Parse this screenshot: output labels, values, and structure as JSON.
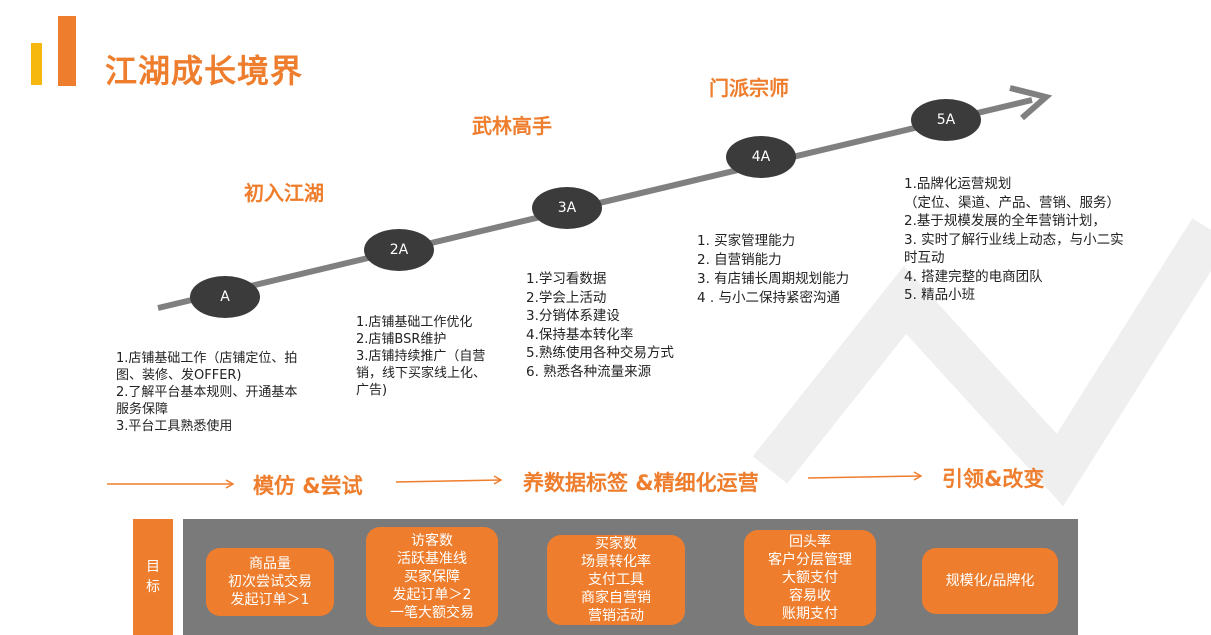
{
  "title": "江湖成长境界",
  "stages": [
    {
      "title": "初入江湖"
    },
    {
      "title": "武林高手"
    },
    {
      "title": "门派宗师"
    }
  ],
  "nodes": [
    "A",
    "2A",
    "3A",
    "4A",
    "5A"
  ],
  "descriptions": [
    [
      "1.店铺基础工作（店铺定位、拍",
      "图、装修、发OFFER)",
      "2.了解平台基本规则、开通基本",
      "服务保障",
      "3.平台工具熟悉使用"
    ],
    [
      "1.店铺基础工作优化",
      "2.店铺BSR维护",
      "3.店铺持续推广（自营",
      "销，线下买家线上化、",
      "广告)"
    ],
    [
      "1.学习看数据",
      "2.学会上活动",
      "3.分销体系建设",
      "4.保持基本转化率",
      "5.熟练使用各种交易方式",
      "6. 熟悉各种流量来源"
    ],
    [
      "1.   买家管理能力",
      "2.   自营销能力",
      "3.   有店铺长周期规划能力",
      "4 .  与小二保持紧密沟通"
    ],
    [
      "1.品牌化运营规划",
      "（定位、渠道、产品、营销、服务）",
      "2.基于规模发展的全年营销计划，",
      "3. 实时了解行业线上动态，与小二实",
      "时互动",
      "4. 搭建完整的电商团队",
      "5. 精品小班"
    ]
  ],
  "phases": [
    "模仿 &尝试",
    "养数据标签 &精细化运营",
    "引领&改变"
  ],
  "goal_label": [
    "目",
    "标"
  ],
  "goals": [
    [
      "商品量",
      "初次尝试交易",
      "发起订单＞1"
    ],
    [
      "访客数",
      "活跃基准线",
      "买家保障",
      "发起订单＞2",
      "一笔大额交易"
    ],
    [
      "买家数",
      "场景转化率",
      "支付工具",
      "商家自营销",
      "营销活动"
    ],
    [
      "回头率",
      "客户分层管理",
      "大额支付",
      "容易收",
      "账期支付"
    ],
    [
      "规模化/品牌化"
    ]
  ],
  "colors": {
    "accent": "#EE7E2D",
    "yellow": "#F6B70F",
    "node": "#3b3b3b",
    "line": "#7f7f7f",
    "panel": "#7a7a7a"
  }
}
